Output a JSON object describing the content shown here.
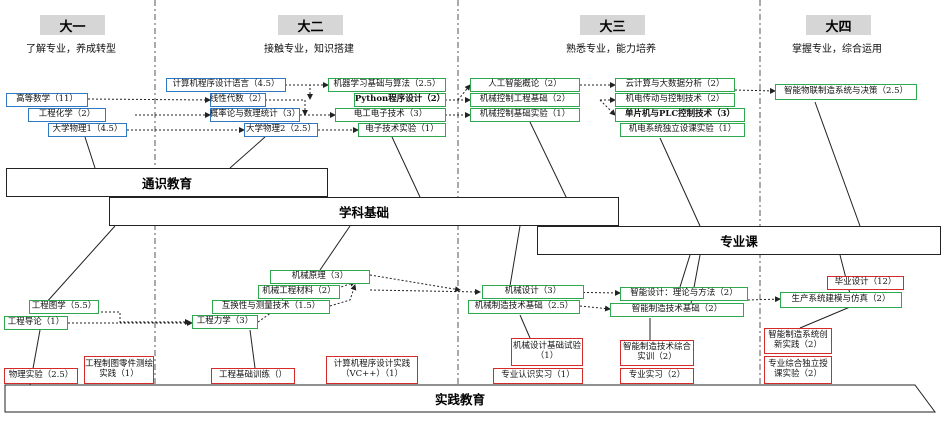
{
  "years": [
    {
      "title": "大一",
      "subtitle": "了解专业，养成转型"
    },
    {
      "title": "大二",
      "subtitle": "接触专业，知识搭建"
    },
    {
      "title": "大三",
      "subtitle": "熟悉专业，能力培养"
    },
    {
      "title": "大四",
      "subtitle": "掌握专业，综合运用"
    }
  ],
  "bands": {
    "general": "通识教育",
    "foundation": "学科基础",
    "major": "专业课",
    "practice": "实践教育"
  },
  "courses": {
    "gaodeng": "高等数学（11）",
    "gonghua": "工程化学（2）",
    "wuli1": "大学物理1（4.5）",
    "jisuanji": "计算机程序设计语言（4.5）",
    "xiandai": "线性代数（2）",
    "gailv": "概率论与数理统计（3）",
    "wuli2": "大学物理2（2.5）",
    "jiqixuexi": "机器学习基础与算法（2.5）",
    "python": "Python程序设计（2）",
    "diangong": "电工电子技术（3）",
    "dianzishiyan": "电子技术实验（1）",
    "rengong": "人工智能概论（2）",
    "jixiekongzhi": "机械控制工程基础（2）",
    "kongzhishiyan": "机械控制基础实验（1）",
    "yunjisuan": "云计算与大数据分析（2）",
    "jidian": "机电传动与控制技术（2）",
    "danpianji": "单片机与PLC控制技术（3）",
    "jidianshiyan": "机电系统独立设课实验（1）",
    "zhinengwulian": "智能物联制造系统与决策（2.5）",
    "jixieyuanli": "机械原理（3）",
    "gongchengcailiao": "机械工程材料（2）",
    "huhuanxing": "互换性与测量技术（1.5）",
    "lixue": "工程力学（3）",
    "zhitu": "工程图学（5.5）",
    "daolun": "工程导论（1）",
    "jixiesheji": "机械设计（3）",
    "zhizao": "机械制造技术基础（2.5）",
    "zhinengsheji": "智能设计：理论与方法（2）",
    "zhinengzhizao": "智能制造技术基础（2）",
    "biye": "毕业设计（12）",
    "shengchanxitong": "生产系统建模与仿真（2）"
  },
  "practice": {
    "wulishiyan": "物理实验（2.5）",
    "zhituceshi": "工程制图零件测绘实践（1）",
    "xunlian": "工程基础训练（）",
    "jisuanjishijian": "计算机程序设计实践（VC++）（1）",
    "shejishiyan": "机械设计基础试验（1）",
    "renshi": "专业认识实习（1）",
    "zonghe": "智能制造技术综合实训（2）",
    "zhuanyeshixi": "专业实习（2）",
    "chuangxin": "智能制造系统创新实践（2）",
    "jianmo": "专业综合独立授课实验（2）"
  }
}
